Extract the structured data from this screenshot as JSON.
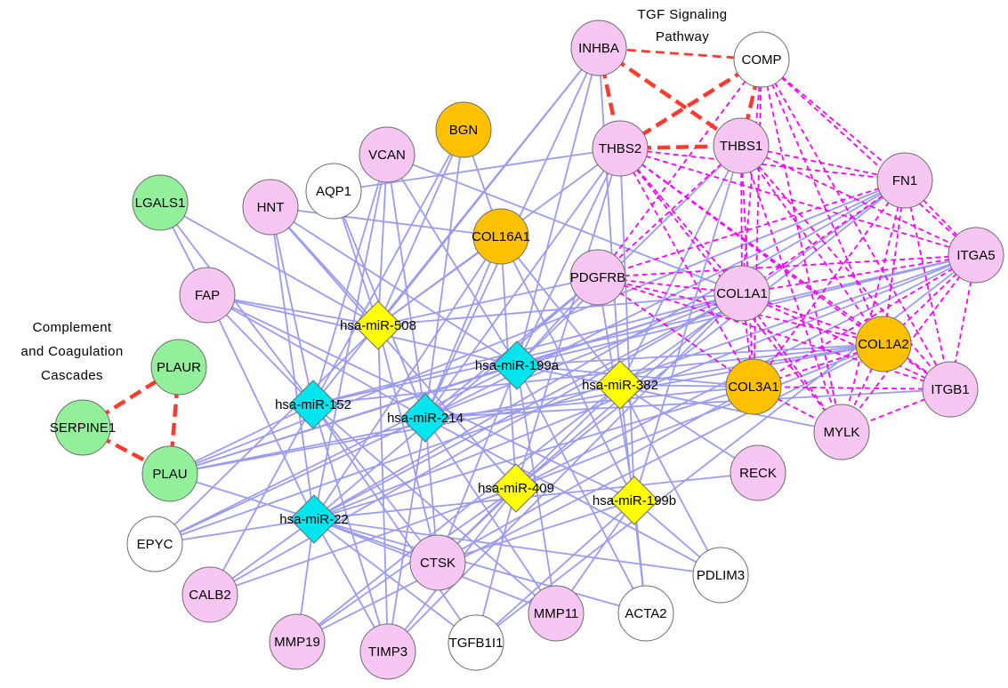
{
  "annotations": [
    {
      "id": "tgf",
      "lines": [
        "TGF Signaling",
        "Pathway"
      ]
    },
    {
      "id": "complement",
      "lines": [
        "Complement",
        "and Coagulation",
        "Cascades"
      ]
    }
  ],
  "colors": {
    "pink": "#f7c6f3",
    "green": "#92f09a",
    "orange": "#ffc000",
    "white": "#ffffff",
    "cyan": "#00e5ee",
    "yellow": "#ffff00",
    "edge_target": "#9b9bf0",
    "edge_ppi": "#ff00ff",
    "edge_pathway": "#ff3b30"
  },
  "genes": [
    {
      "id": "INHBA",
      "label": "INHBA",
      "color": "pink"
    },
    {
      "id": "COMP",
      "label": "COMP",
      "color": "white"
    },
    {
      "id": "BGN",
      "label": "BGN",
      "color": "orange"
    },
    {
      "id": "THBS2",
      "label": "THBS2",
      "color": "pink"
    },
    {
      "id": "THBS1",
      "label": "THBS1",
      "color": "pink"
    },
    {
      "id": "VCAN",
      "label": "VCAN",
      "color": "pink"
    },
    {
      "id": "FN1",
      "label": "FN1",
      "color": "pink"
    },
    {
      "id": "LGALS1",
      "label": "LGALS1",
      "color": "green"
    },
    {
      "id": "HNT",
      "label": "HNT",
      "color": "pink"
    },
    {
      "id": "AQP1",
      "label": "AQP1",
      "color": "white"
    },
    {
      "id": "COL16A1",
      "label": "COL16A1",
      "color": "orange"
    },
    {
      "id": "ITGA5",
      "label": "ITGA5",
      "color": "pink"
    },
    {
      "id": "FAP",
      "label": "FAP",
      "color": "pink"
    },
    {
      "id": "PDGFRB",
      "label": "PDGFRB",
      "color": "pink"
    },
    {
      "id": "COL1A1",
      "label": "COL1A1",
      "color": "pink"
    },
    {
      "id": "COL1A2",
      "label": "COL1A2",
      "color": "orange"
    },
    {
      "id": "PLAUR",
      "label": "PLAUR",
      "color": "green"
    },
    {
      "id": "ITGB1",
      "label": "ITGB1",
      "color": "pink"
    },
    {
      "id": "COL3A1",
      "label": "COL3A1",
      "color": "orange"
    },
    {
      "id": "SERPINE1",
      "label": "SERPINE1",
      "color": "green"
    },
    {
      "id": "MYLK",
      "label": "MYLK",
      "color": "pink"
    },
    {
      "id": "PLAU",
      "label": "PLAU",
      "color": "green"
    },
    {
      "id": "RECK",
      "label": "RECK",
      "color": "pink"
    },
    {
      "id": "EPYC",
      "label": "EPYC",
      "color": "white"
    },
    {
      "id": "CTSK",
      "label": "CTSK",
      "color": "pink"
    },
    {
      "id": "PDLIM3",
      "label": "PDLIM3",
      "color": "white"
    },
    {
      "id": "CALB2",
      "label": "CALB2",
      "color": "pink"
    },
    {
      "id": "MMP11",
      "label": "MMP11",
      "color": "pink"
    },
    {
      "id": "ACTA2",
      "label": "ACTA2",
      "color": "white"
    },
    {
      "id": "MMP19",
      "label": "MMP19",
      "color": "pink"
    },
    {
      "id": "TIMP3",
      "label": "TIMP3",
      "color": "pink"
    },
    {
      "id": "TGFB1I1",
      "label": "TGFB1I1",
      "color": "white"
    }
  ],
  "mirnas": [
    {
      "id": "miR508",
      "label": "hsa-miR-508",
      "color": "yellow"
    },
    {
      "id": "miR199a",
      "label": "hsa-miR-199a",
      "color": "cyan"
    },
    {
      "id": "miR382",
      "label": "hsa-miR-382",
      "color": "yellow"
    },
    {
      "id": "miR152",
      "label": "hsa-miR-152",
      "color": "cyan"
    },
    {
      "id": "miR214",
      "label": "hsa-miR-214",
      "color": "cyan"
    },
    {
      "id": "miR409",
      "label": "hsa-miR-409",
      "color": "yellow"
    },
    {
      "id": "miR199b",
      "label": "hsa-miR-199b",
      "color": "yellow"
    },
    {
      "id": "miR22",
      "label": "hsa-miR-22",
      "color": "cyan"
    }
  ],
  "pathway_edges": [
    [
      "INHBA",
      "COMP",
      "thin"
    ],
    [
      "INHBA",
      "THBS2",
      "thick"
    ],
    [
      "INHBA",
      "THBS1",
      "thick"
    ],
    [
      "COMP",
      "THBS2",
      "thick"
    ],
    [
      "COMP",
      "THBS1",
      "thick"
    ],
    [
      "THBS2",
      "THBS1",
      "thick"
    ],
    [
      "SERPINE1",
      "PLAUR",
      "thick"
    ],
    [
      "SERPINE1",
      "PLAU",
      "thick"
    ],
    [
      "PLAUR",
      "PLAU",
      "thick"
    ]
  ],
  "ppi_edges": [
    [
      "COMP",
      "FN1"
    ],
    [
      "COMP",
      "ITGA5"
    ],
    [
      "COMP",
      "ITGB1"
    ],
    [
      "COMP",
      "COL1A1"
    ],
    [
      "COMP",
      "COL1A2"
    ],
    [
      "COMP",
      "COL3A1"
    ],
    [
      "COMP",
      "MYLK"
    ],
    [
      "COMP",
      "PDGFRB"
    ],
    [
      "THBS2",
      "FN1"
    ],
    [
      "THBS2",
      "ITGA5"
    ],
    [
      "THBS2",
      "COL1A1"
    ],
    [
      "THBS2",
      "COL1A2"
    ],
    [
      "THBS2",
      "COL3A1"
    ],
    [
      "THBS2",
      "ITGB1"
    ],
    [
      "THBS2",
      "MYLK"
    ],
    [
      "THBS1",
      "FN1"
    ],
    [
      "THBS1",
      "ITGA5"
    ],
    [
      "THBS1",
      "ITGB1"
    ],
    [
      "THBS1",
      "COL1A1"
    ],
    [
      "THBS1",
      "COL1A2"
    ],
    [
      "THBS1",
      "COL3A1"
    ],
    [
      "THBS1",
      "MYLK"
    ],
    [
      "THBS1",
      "PDGFRB"
    ],
    [
      "FN1",
      "ITGA5"
    ],
    [
      "FN1",
      "ITGB1"
    ],
    [
      "FN1",
      "COL1A1"
    ],
    [
      "FN1",
      "COL1A2"
    ],
    [
      "FN1",
      "COL3A1"
    ],
    [
      "FN1",
      "MYLK"
    ],
    [
      "FN1",
      "PDGFRB"
    ],
    [
      "ITGA5",
      "ITGB1"
    ],
    [
      "ITGA5",
      "COL1A1"
    ],
    [
      "ITGA5",
      "COL1A2"
    ],
    [
      "ITGA5",
      "COL3A1"
    ],
    [
      "ITGA5",
      "PDGFRB"
    ],
    [
      "ITGA5",
      "MYLK"
    ],
    [
      "ITGB1",
      "COL1A1"
    ],
    [
      "ITGB1",
      "COL1A2"
    ],
    [
      "ITGB1",
      "COL3A1"
    ],
    [
      "ITGB1",
      "MYLK"
    ],
    [
      "COL1A1",
      "COL1A2"
    ],
    [
      "COL1A1",
      "COL3A1"
    ],
    [
      "COL1A1",
      "MYLK"
    ],
    [
      "COL1A1",
      "PDGFRB"
    ],
    [
      "COL1A2",
      "COL3A1"
    ],
    [
      "COL1A2",
      "MYLK"
    ],
    [
      "COL1A2",
      "PDGFRB"
    ],
    [
      "COL3A1",
      "MYLK"
    ],
    [
      "PDGFRB",
      "COL3A1"
    ],
    [
      "PDGFRB",
      "ITGB1"
    ]
  ],
  "target_edges": [
    [
      "miR508",
      "INHBA"
    ],
    [
      "miR508",
      "BGN"
    ],
    [
      "miR508",
      "THBS2"
    ],
    [
      "miR508",
      "VCAN"
    ],
    [
      "miR508",
      "HNT"
    ],
    [
      "miR508",
      "AQP1"
    ],
    [
      "miR508",
      "FAP"
    ],
    [
      "miR508",
      "PDGFRB"
    ],
    [
      "miR508",
      "COL1A1"
    ],
    [
      "miR508",
      "CTSK"
    ],
    [
      "miR508",
      "TIMP3"
    ],
    [
      "miR508",
      "EPYC"
    ],
    [
      "miR508",
      "COL16A1"
    ],
    [
      "miR508",
      "LGALS1"
    ],
    [
      "miR199a",
      "INHBA"
    ],
    [
      "miR199a",
      "THBS2"
    ],
    [
      "miR199a",
      "THBS1"
    ],
    [
      "miR199a",
      "VCAN"
    ],
    [
      "miR199a",
      "HNT"
    ],
    [
      "miR199a",
      "FAP"
    ],
    [
      "miR199a",
      "COL1A1"
    ],
    [
      "miR199a",
      "COL3A1"
    ],
    [
      "miR199a",
      "COL1A2"
    ],
    [
      "miR199a",
      "ITGA5"
    ],
    [
      "miR199a",
      "MYLK"
    ],
    [
      "miR199a",
      "CTSK"
    ],
    [
      "miR199a",
      "ACTA2"
    ],
    [
      "miR199a",
      "MMP11"
    ],
    [
      "miR199a",
      "PLAU"
    ],
    [
      "miR199a",
      "EPYC"
    ],
    [
      "miR199a",
      "PDGFRB"
    ],
    [
      "miR382",
      "INHBA"
    ],
    [
      "miR382",
      "THBS1"
    ],
    [
      "miR382",
      "FN1"
    ],
    [
      "miR382",
      "COL1A2"
    ],
    [
      "miR382",
      "COL3A1"
    ],
    [
      "miR382",
      "CTSK"
    ],
    [
      "miR382",
      "ACTA2"
    ],
    [
      "miR382",
      "MMP19"
    ],
    [
      "miR382",
      "PLAU"
    ],
    [
      "miR382",
      "PDLIM3"
    ],
    [
      "miR382",
      "COL16A1"
    ],
    [
      "miR382",
      "RECK"
    ],
    [
      "miR152",
      "VCAN"
    ],
    [
      "miR152",
      "HNT"
    ],
    [
      "miR152",
      "FAP"
    ],
    [
      "miR152",
      "BGN"
    ],
    [
      "miR152",
      "INHBA"
    ],
    [
      "miR152",
      "COL1A1"
    ],
    [
      "miR152",
      "COL1A2"
    ],
    [
      "miR152",
      "ITGA5"
    ],
    [
      "miR152",
      "CTSK"
    ],
    [
      "miR152",
      "TIMP3"
    ],
    [
      "miR152",
      "MMP11"
    ],
    [
      "miR152",
      "TGFB1I1"
    ],
    [
      "miR152",
      "CALB2"
    ],
    [
      "miR152",
      "PLAU"
    ],
    [
      "miR152",
      "LGALS1"
    ],
    [
      "miR214",
      "VCAN"
    ],
    [
      "miR214",
      "AQP1"
    ],
    [
      "miR214",
      "BGN"
    ],
    [
      "miR214",
      "THBS2"
    ],
    [
      "miR214",
      "INHBA"
    ],
    [
      "miR214",
      "PDGFRB"
    ],
    [
      "miR214",
      "COL1A1"
    ],
    [
      "miR214",
      "COL3A1"
    ],
    [
      "miR214",
      "FN1"
    ],
    [
      "miR214",
      "ITGB1"
    ],
    [
      "miR214",
      "CTSK"
    ],
    [
      "miR214",
      "PDLIM3"
    ],
    [
      "miR214",
      "MMP11"
    ],
    [
      "miR214",
      "TIMP3"
    ],
    [
      "miR214",
      "EPYC"
    ],
    [
      "miR214",
      "FAP"
    ],
    [
      "miR214",
      "COL16A1"
    ],
    [
      "miR409",
      "THBS2"
    ],
    [
      "miR409",
      "COL1A1"
    ],
    [
      "miR409",
      "COL1A2"
    ],
    [
      "miR409",
      "ITGA5"
    ],
    [
      "miR409",
      "FN1"
    ],
    [
      "miR409",
      "CTSK"
    ],
    [
      "miR409",
      "TGFB1I1"
    ],
    [
      "miR409",
      "TIMP3"
    ],
    [
      "miR409",
      "COL16A1"
    ],
    [
      "miR409",
      "CALB2"
    ],
    [
      "miR409",
      "MMP19"
    ],
    [
      "miR409",
      "HNT"
    ],
    [
      "miR199b",
      "PDGFRB"
    ],
    [
      "miR199b",
      "THBS1"
    ],
    [
      "miR199b",
      "ACTA2"
    ],
    [
      "miR199b",
      "MMP11"
    ],
    [
      "miR199b",
      "PDLIM3"
    ],
    [
      "miR199b",
      "TGFB1I1"
    ],
    [
      "miR199b",
      "COL16A1"
    ],
    [
      "miR199b",
      "THBS2"
    ],
    [
      "miR199b",
      "CTSK"
    ],
    [
      "miR199b",
      "FAP"
    ],
    [
      "miR22",
      "PLAU"
    ],
    [
      "miR22",
      "EPYC"
    ],
    [
      "miR22",
      "CALB2"
    ],
    [
      "miR22",
      "MMP19"
    ],
    [
      "miR22",
      "TIMP3"
    ],
    [
      "miR22",
      "TGFB1I1"
    ],
    [
      "miR22",
      "CTSK"
    ],
    [
      "miR22",
      "MMP11"
    ],
    [
      "miR22",
      "ACTA2"
    ],
    [
      "miR22",
      "COL1A1"
    ],
    [
      "miR22",
      "COL3A1"
    ],
    [
      "miR22",
      "ITGA5"
    ],
    [
      "miR22",
      "FN1"
    ],
    [
      "miR22",
      "PDGFRB"
    ],
    [
      "miR22",
      "VCAN"
    ],
    [
      "miR22",
      "HNT"
    ],
    [
      "miR22",
      "COL16A1"
    ],
    [
      "miR22",
      "PDLIM3"
    ],
    [
      "miR22",
      "RECK"
    ],
    [
      "miR22",
      "FAP"
    ],
    [
      "PLAU",
      "COL1A1"
    ],
    [
      "PLAU",
      "FN1"
    ],
    [
      "PLAU",
      "COL1A2"
    ],
    [
      "EPYC",
      "ITGA5"
    ],
    [
      "HNT",
      "COL16A1"
    ],
    [
      "VCAN",
      "COL1A1"
    ],
    [
      "BGN",
      "COL16A1"
    ],
    [
      "AQP1",
      "THBS2"
    ],
    [
      "FAP",
      "LGALS1"
    ],
    [
      "CTSK",
      "COL3A1"
    ],
    [
      "TIMP3",
      "COL1A1"
    ],
    [
      "TGFB1I1",
      "ITGA5"
    ],
    [
      "MMP19",
      "COL1A2"
    ],
    [
      "CALB2",
      "COL1A1"
    ]
  ]
}
